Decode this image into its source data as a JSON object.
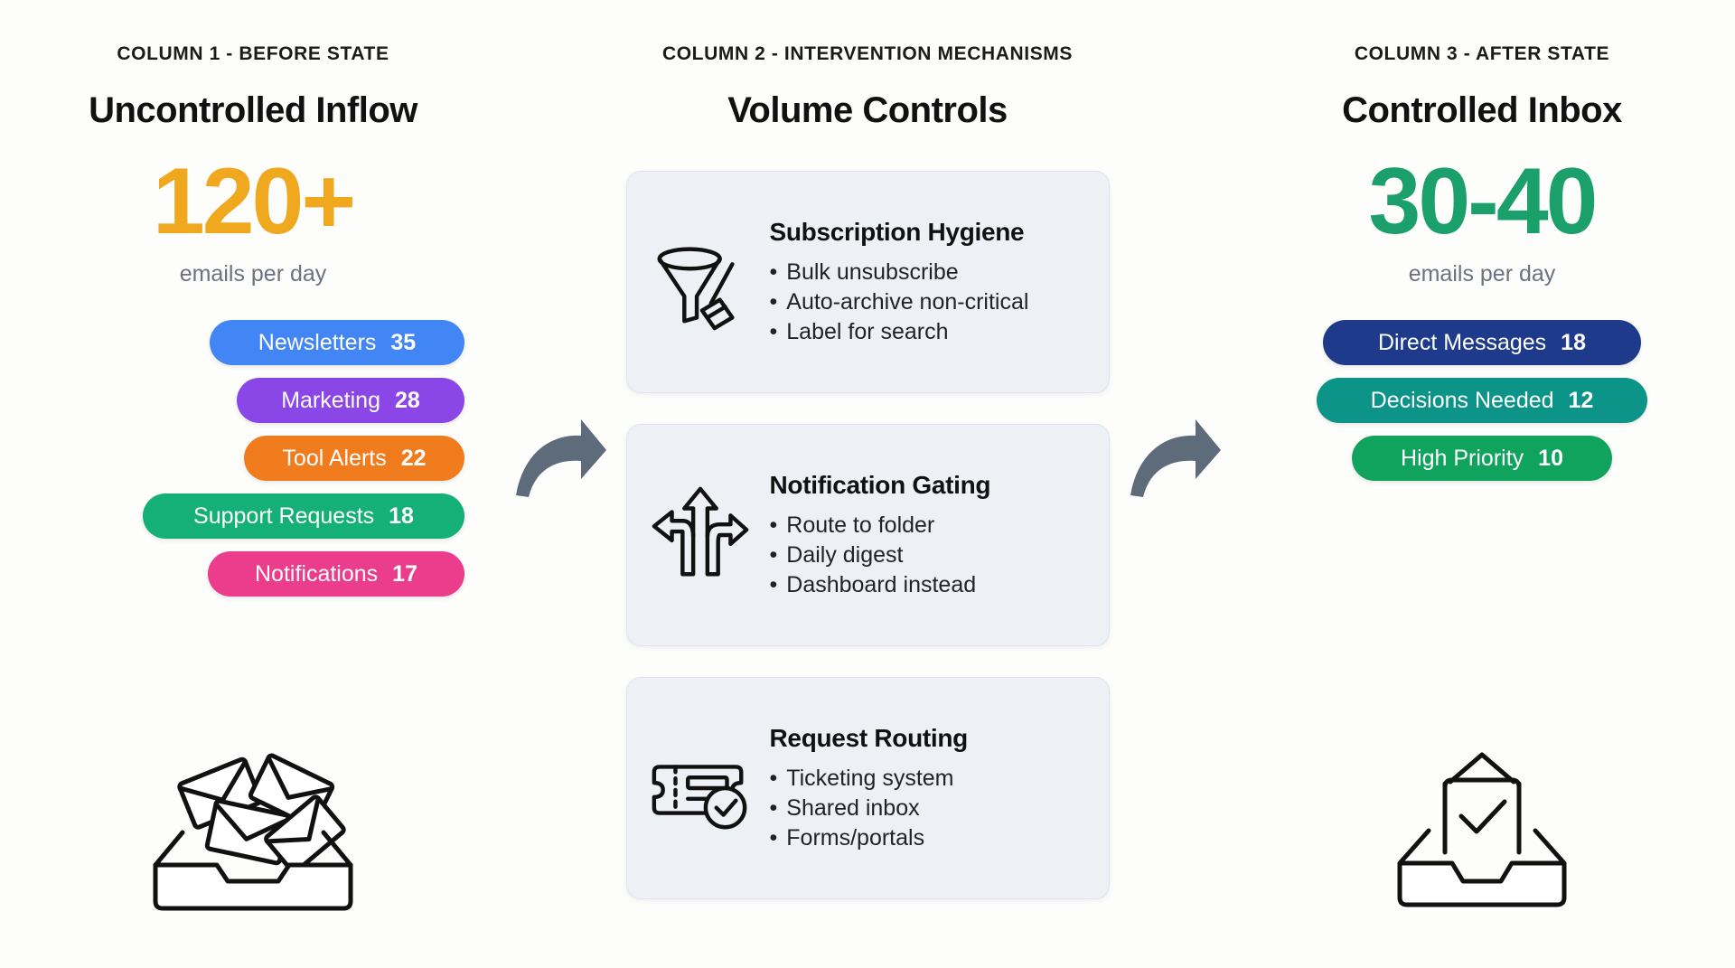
{
  "columns": {
    "before": {
      "eyebrow": "COLUMN 1 - BEFORE STATE",
      "title": "Uncontrolled Inflow",
      "metric": "120+",
      "metric_color": "#F0A81E",
      "metric_caption": "emails per day",
      "categories": [
        {
          "label": "Newsletters",
          "count": "35",
          "color": "#4285F4"
        },
        {
          "label": "Marketing",
          "count": "28",
          "color": "#8B46E8"
        },
        {
          "label": "Tool Alerts",
          "count": "22",
          "color": "#F07C1E"
        },
        {
          "label": "Support Requests",
          "count": "18",
          "color": "#14B077"
        },
        {
          "label": "Notifications",
          "count": "17",
          "color": "#EC3C8C"
        }
      ],
      "illustration": "messy-envelopes-inbox-icon"
    },
    "middle": {
      "eyebrow": "COLUMN 2 - INTERVENTION MECHANISMS",
      "title": "Volume Controls",
      "cards": [
        {
          "icon": "funnel-broom-icon",
          "title": "Subscription Hygiene",
          "bullets": [
            "Bulk unsubscribe",
            "Auto-archive non-critical",
            "Label for search"
          ]
        },
        {
          "icon": "three-way-arrow-icon",
          "title": "Notification Gating",
          "bullets": [
            "Route to folder",
            "Daily digest",
            "Dashboard instead"
          ]
        },
        {
          "icon": "ticket-check-icon",
          "title": "Request Routing",
          "bullets": [
            "Ticketing system",
            "Shared inbox",
            "Forms/portals"
          ]
        }
      ]
    },
    "after": {
      "eyebrow": "COLUMN 3 - AFTER STATE",
      "title": "Controlled Inbox",
      "metric": "30-40",
      "metric_color": "#1BA06B",
      "metric_caption": "emails per day",
      "categories": [
        {
          "label": "Direct Messages",
          "count": "18",
          "color": "#1E3A8A"
        },
        {
          "label": "Decisions Needed",
          "count": "12",
          "color": "#0D9488"
        },
        {
          "label": "High Priority",
          "count": "10",
          "color": "#10A35E"
        }
      ],
      "illustration": "inbox-tray-check-icon"
    }
  },
  "connectors": {
    "color": "#5E6B7A",
    "first": "flow-arrow-before-to-controls",
    "second": "flow-arrow-controls-to-after"
  }
}
